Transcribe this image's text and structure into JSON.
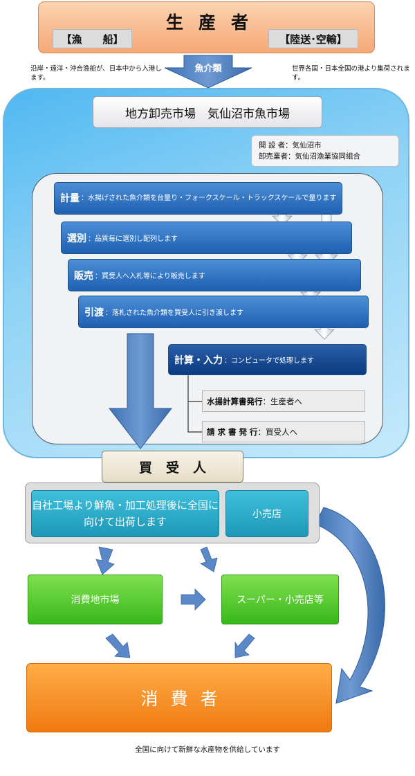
{
  "producer": {
    "title": "生産者",
    "tag_left": "【漁　　船】",
    "tag_right": "【陸送･空輸】"
  },
  "notes": {
    "left": "沿岸・遠洋・沖合漁船が、日本中から入港します。",
    "right": "世界各国・日本全国の港より集荷されます。"
  },
  "arrow_label": "魚介類",
  "market": {
    "title": "地方卸売市場　気仙沼市魚市場",
    "operator_line1": "開 設 者：気仙沼市",
    "operator_line2": "卸売業者：気仙沼漁業協同組合"
  },
  "steps": [
    {
      "head": "計量",
      "text": "：水揚げされた魚介類を台量り・フォークスケール・トラックスケールで量ります"
    },
    {
      "head": "選別",
      "text": "：品質毎に選別し配列します"
    },
    {
      "head": "販売",
      "text": "：買受人へ入札等により販売します"
    },
    {
      "head": "引渡",
      "text": "：落札された魚介類を買受人に引き渡します"
    },
    {
      "head": "計算・入力",
      "text": "：コンピュータで処理します"
    }
  ],
  "sub_outputs": [
    {
      "head": "水揚計算書発行",
      "text": "：生産者へ"
    },
    {
      "head": "請 求 書 発 行",
      "text": "：買受人へ"
    }
  ],
  "buyer": {
    "title": "買受人",
    "factory": "自社工場より鮮魚・加工処理後に全国に向けて出荷します",
    "retail": "小売店"
  },
  "markets": {
    "local": "消費地市場",
    "super": "スーパー・小売店等"
  },
  "consumer": "消費者",
  "footer": "全国に向けて新鮮な水産物を供給しています",
  "colors": {
    "producer": "#f6a877",
    "market_bg": "#8ed2f5",
    "step_blue": "#1f5fb0",
    "buyer_teal": "#1e98b8",
    "green": "#38b81a",
    "consumer_orange": "#f07a10"
  }
}
